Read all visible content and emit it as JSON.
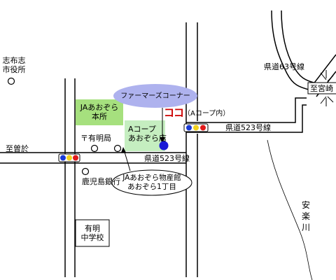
{
  "colors": {
    "road": "#000000",
    "green_box": "#a6e07e",
    "highlight_box": "#c5eec0",
    "ellipse": "#aeb2ee",
    "marker": "#1a1ad6",
    "koko": "#cc0000",
    "signal_blue": "#1a3ad6",
    "signal_yellow": "#f2d21e",
    "signal_red": "#e11b1b"
  },
  "labels": {
    "shibushi_city_hall": "志布志\n市役所",
    "ja_aozora_hq": "JAあおぞら\n本所",
    "farmers_corner": "ファーマーズコーナー",
    "koko": "ココ",
    "a_coop_inside": "（Aコープ内）",
    "a_coop_aozora": "Aコープ\nあおぞら店",
    "post_office": "〒有明局",
    "to_sooo": "至曽於",
    "route523_west": "県道523号線",
    "route523_east": "県道523号線",
    "kagoshima_bank": "鹿児島銀行",
    "ja_bussankan": "JAあおぞら物産館\nあおぞら1丁目",
    "ariake_jhs": "有明\n中学校",
    "route63": "県道63号線",
    "to_miyazaki": "至宮崎",
    "river": "安楽川"
  }
}
